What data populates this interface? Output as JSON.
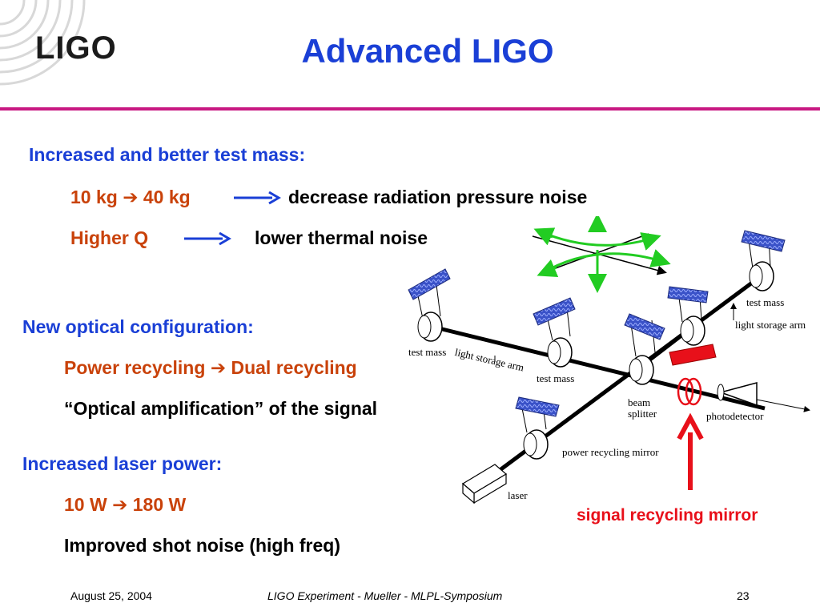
{
  "header": {
    "logo": "LIGO",
    "title": "Advanced LIGO"
  },
  "sections": {
    "mass": {
      "heading": "Increased and better test mass:",
      "line1": {
        "from": "10 kg",
        "to": "40 kg",
        "effect": "decrease radiation pressure noise"
      },
      "line2": {
        "item": "Higher Q",
        "effect": "lower thermal noise"
      }
    },
    "optical": {
      "heading": "New optical configuration:",
      "line1": {
        "from": "Power recycling",
        "to": "Dual recycling"
      },
      "line2": "“Optical amplification” of the signal"
    },
    "laser": {
      "heading": "Increased laser power:",
      "line1": {
        "from": "10 W",
        "to": "180 W"
      },
      "line2": "Improved shot noise (high freq)"
    }
  },
  "diagram": {
    "labels": {
      "test_mass_top_right": "test mass",
      "light_storage_arm_right": "light storage arm",
      "test_mass_left": "test mass",
      "light_storage_arm_left": "light storage arm",
      "test_mass_center": "test mass",
      "beam_splitter": "beam\nsplitter",
      "photodetector": "photodetector",
      "power_recycling_mirror": "power recycling mirror",
      "laser": "laser"
    },
    "callout": "signal recycling mirror",
    "colors": {
      "callout": "#e8101a",
      "gw_arrows": "#22cc22",
      "wave_mirror": "#3a52c8",
      "slab_mirror": "#e8101a"
    }
  },
  "footer": {
    "date": "August 25, 2004",
    "center": "LIGO Experiment - Mueller - MLPL-Symposium",
    "page": "23"
  }
}
